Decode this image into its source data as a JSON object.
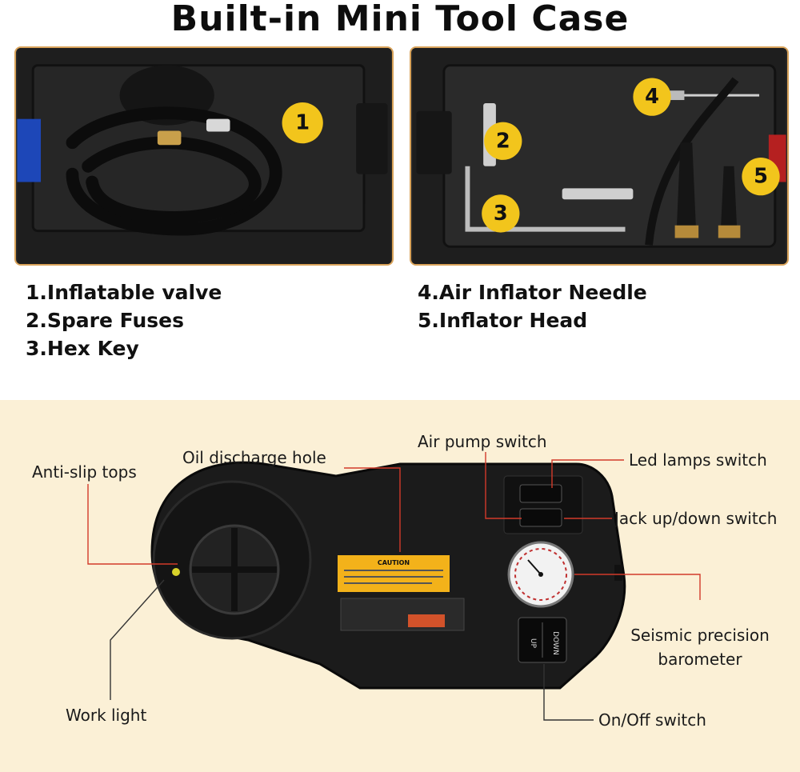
{
  "title": "Built-in Mini Tool Case",
  "top_left_photo": {
    "badges": [
      "1"
    ]
  },
  "top_right_photo": {
    "badges": [
      "2",
      "3",
      "4",
      "5"
    ]
  },
  "legend_left": [
    "1.Inflatable valve",
    "2.Spare Fuses",
    "3.Hex Key"
  ],
  "legend_right": [
    "4.Air Inflator Needle",
    "5.Inflator Head"
  ],
  "callouts": {
    "anti_slip_tops": "Anti-slip tops",
    "oil_discharge_hole": "Oil discharge hole",
    "air_pump_switch": "Air pump switch",
    "led_lamps_switch": "Led lamps switch",
    "jack_switch": "Jack up/down switch",
    "barometer_line1": "Seismic precision",
    "barometer_line2": "barometer",
    "work_light": "Work light",
    "on_off_switch": "On/Off switch"
  },
  "device": {
    "caution_label": "CAUTION",
    "switch_up": "UP",
    "switch_down": "DOWN"
  },
  "colors": {
    "badge_yellow": "#f2c51c",
    "photo_border": "#d9a35a",
    "panel_bg": "#fbf0d6",
    "callout_line_red": "#d23a2a",
    "callout_line_dark": "#333333"
  }
}
